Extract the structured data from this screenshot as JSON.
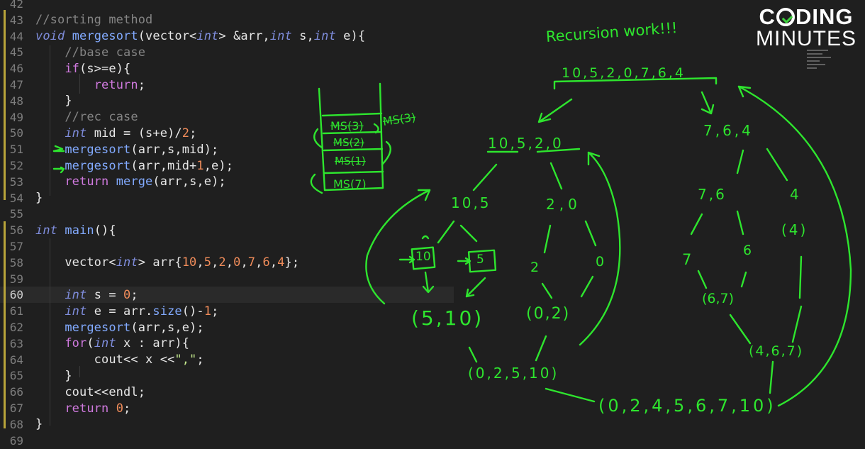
{
  "editor": {
    "highlighted_line": "60",
    "lines": [
      {
        "no": "42",
        "tokens": []
      },
      {
        "no": "43",
        "tokens": [
          {
            "t": "//sorting method",
            "c": "cmt"
          }
        ]
      },
      {
        "no": "44",
        "tokens": [
          {
            "t": "void",
            "c": "kw"
          },
          {
            "t": " ",
            "c": "txt"
          },
          {
            "t": "mergesort",
            "c": "fn"
          },
          {
            "t": "(vector<",
            "c": "txt"
          },
          {
            "t": "int",
            "c": "kw"
          },
          {
            "t": "> &arr,",
            "c": "txt"
          },
          {
            "t": "int",
            "c": "kw"
          },
          {
            "t": " s,",
            "c": "txt"
          },
          {
            "t": "int",
            "c": "kw"
          },
          {
            "t": " e){",
            "c": "txt"
          }
        ]
      },
      {
        "no": "45",
        "tokens": [
          {
            "t": "    ",
            "c": "txt"
          },
          {
            "t": "//base case",
            "c": "cmt"
          }
        ]
      },
      {
        "no": "46",
        "tokens": [
          {
            "t": "    ",
            "c": "txt"
          },
          {
            "t": "if",
            "c": "ctl"
          },
          {
            "t": "(s>=e){",
            "c": "txt"
          }
        ]
      },
      {
        "no": "47",
        "tokens": [
          {
            "t": "        ",
            "c": "txt"
          },
          {
            "t": "return",
            "c": "ctl"
          },
          {
            "t": ";",
            "c": "txt"
          }
        ]
      },
      {
        "no": "48",
        "tokens": [
          {
            "t": "    }",
            "c": "txt"
          }
        ]
      },
      {
        "no": "49",
        "tokens": [
          {
            "t": "    ",
            "c": "txt"
          },
          {
            "t": "//rec case",
            "c": "cmt"
          }
        ]
      },
      {
        "no": "50",
        "tokens": [
          {
            "t": "    ",
            "c": "txt"
          },
          {
            "t": "int",
            "c": "kw"
          },
          {
            "t": " mid = (s+e)/",
            "c": "txt"
          },
          {
            "t": "2",
            "c": "num"
          },
          {
            "t": ";",
            "c": "txt"
          }
        ]
      },
      {
        "no": "51",
        "tokens": [
          {
            "t": "    ",
            "c": "txt"
          },
          {
            "t": "mergesort",
            "c": "fn"
          },
          {
            "t": "(arr,s,mid);",
            "c": "txt"
          }
        ]
      },
      {
        "no": "52",
        "tokens": [
          {
            "t": "    ",
            "c": "txt"
          },
          {
            "t": "mergesort",
            "c": "fn"
          },
          {
            "t": "(arr,mid+",
            "c": "txt"
          },
          {
            "t": "1",
            "c": "num"
          },
          {
            "t": ",e);",
            "c": "txt"
          }
        ]
      },
      {
        "no": "53",
        "tokens": [
          {
            "t": "    ",
            "c": "txt"
          },
          {
            "t": "return",
            "c": "ctl"
          },
          {
            "t": " ",
            "c": "txt"
          },
          {
            "t": "merge",
            "c": "fn"
          },
          {
            "t": "(arr,s,e);",
            "c": "txt"
          }
        ]
      },
      {
        "no": "54",
        "tokens": [
          {
            "t": "}",
            "c": "txt"
          }
        ]
      },
      {
        "no": "55",
        "tokens": []
      },
      {
        "no": "56",
        "tokens": [
          {
            "t": "int",
            "c": "kw"
          },
          {
            "t": " ",
            "c": "txt"
          },
          {
            "t": "main",
            "c": "fn"
          },
          {
            "t": "(){",
            "c": "txt"
          }
        ]
      },
      {
        "no": "57",
        "tokens": []
      },
      {
        "no": "58",
        "tokens": [
          {
            "t": "    vector<",
            "c": "txt"
          },
          {
            "t": "int",
            "c": "kw"
          },
          {
            "t": "> arr{",
            "c": "txt"
          },
          {
            "t": "10",
            "c": "num"
          },
          {
            "t": ",",
            "c": "txt"
          },
          {
            "t": "5",
            "c": "num"
          },
          {
            "t": ",",
            "c": "txt"
          },
          {
            "t": "2",
            "c": "num"
          },
          {
            "t": ",",
            "c": "txt"
          },
          {
            "t": "0",
            "c": "num"
          },
          {
            "t": ",",
            "c": "txt"
          },
          {
            "t": "7",
            "c": "num"
          },
          {
            "t": ",",
            "c": "txt"
          },
          {
            "t": "6",
            "c": "num"
          },
          {
            "t": ",",
            "c": "txt"
          },
          {
            "t": "4",
            "c": "num"
          },
          {
            "t": "};",
            "c": "txt"
          }
        ]
      },
      {
        "no": "59",
        "tokens": []
      },
      {
        "no": "60",
        "tokens": [
          {
            "t": "    ",
            "c": "txt"
          },
          {
            "t": "int",
            "c": "kw"
          },
          {
            "t": " s = ",
            "c": "txt"
          },
          {
            "t": "0",
            "c": "num"
          },
          {
            "t": ";",
            "c": "txt"
          }
        ]
      },
      {
        "no": "61",
        "tokens": [
          {
            "t": "    ",
            "c": "txt"
          },
          {
            "t": "int",
            "c": "kw"
          },
          {
            "t": " e = arr.",
            "c": "txt"
          },
          {
            "t": "size",
            "c": "fn"
          },
          {
            "t": "()-",
            "c": "txt"
          },
          {
            "t": "1",
            "c": "num"
          },
          {
            "t": ";",
            "c": "txt"
          }
        ]
      },
      {
        "no": "62",
        "tokens": [
          {
            "t": "    ",
            "c": "txt"
          },
          {
            "t": "mergesort",
            "c": "fn"
          },
          {
            "t": "(arr,s,e);",
            "c": "txt"
          }
        ]
      },
      {
        "no": "63",
        "tokens": [
          {
            "t": "    ",
            "c": "txt"
          },
          {
            "t": "for",
            "c": "ctl"
          },
          {
            "t": "(",
            "c": "txt"
          },
          {
            "t": "int",
            "c": "kw"
          },
          {
            "t": " x : arr){",
            "c": "txt"
          }
        ]
      },
      {
        "no": "64",
        "tokens": [
          {
            "t": "        cout<< x <<",
            "c": "txt"
          },
          {
            "t": "\",\"",
            "c": "str"
          },
          {
            "t": ";",
            "c": "txt"
          }
        ]
      },
      {
        "no": "65",
        "tokens": [
          {
            "t": "    }",
            "c": "txt"
          }
        ]
      },
      {
        "no": "66",
        "tokens": [
          {
            "t": "    cout<<endl;",
            "c": "txt"
          }
        ]
      },
      {
        "no": "67",
        "tokens": [
          {
            "t": "    ",
            "c": "txt"
          },
          {
            "t": "return",
            "c": "ctl"
          },
          {
            "t": " ",
            "c": "txt"
          },
          {
            "t": "0",
            "c": "num"
          },
          {
            "t": ";",
            "c": "txt"
          }
        ]
      },
      {
        "no": "68",
        "tokens": [
          {
            "t": "}",
            "c": "txt"
          }
        ]
      },
      {
        "no": "69",
        "tokens": []
      }
    ]
  },
  "logo": {
    "line1_pre": "C",
    "line1_post": "DING",
    "line2": "MINUTES"
  },
  "annotations": {
    "title": "Recursion work!!!",
    "stack_frames": [
      "MS(3)",
      "MS(2)",
      "MS(1)",
      "MS(7)"
    ],
    "stack_side": "MS(3)",
    "root": "10,5,2,0,7,6,4",
    "left": "10,5,2,0",
    "right": "7,6,4",
    "ll": "10,5",
    "lr": "2,0",
    "rl": "7,6",
    "rr": "4",
    "rr_paren": "(4)",
    "leaf_10": "10",
    "leaf_5": "5",
    "leaf_2": "2",
    "leaf_0": "0",
    "leaf_7": "7",
    "leaf_6": "6",
    "merge_510": "(5,10)",
    "merge_02": "(0,2)",
    "merge_67": "(6,7)",
    "merge_467": "(4,6,7)",
    "merge_02510": "(0,2,5,10)",
    "final": "(0,2,4,5,6,7,10)"
  },
  "colors": {
    "ink": "#2ee52e",
    "background": "#1f1f1f"
  }
}
